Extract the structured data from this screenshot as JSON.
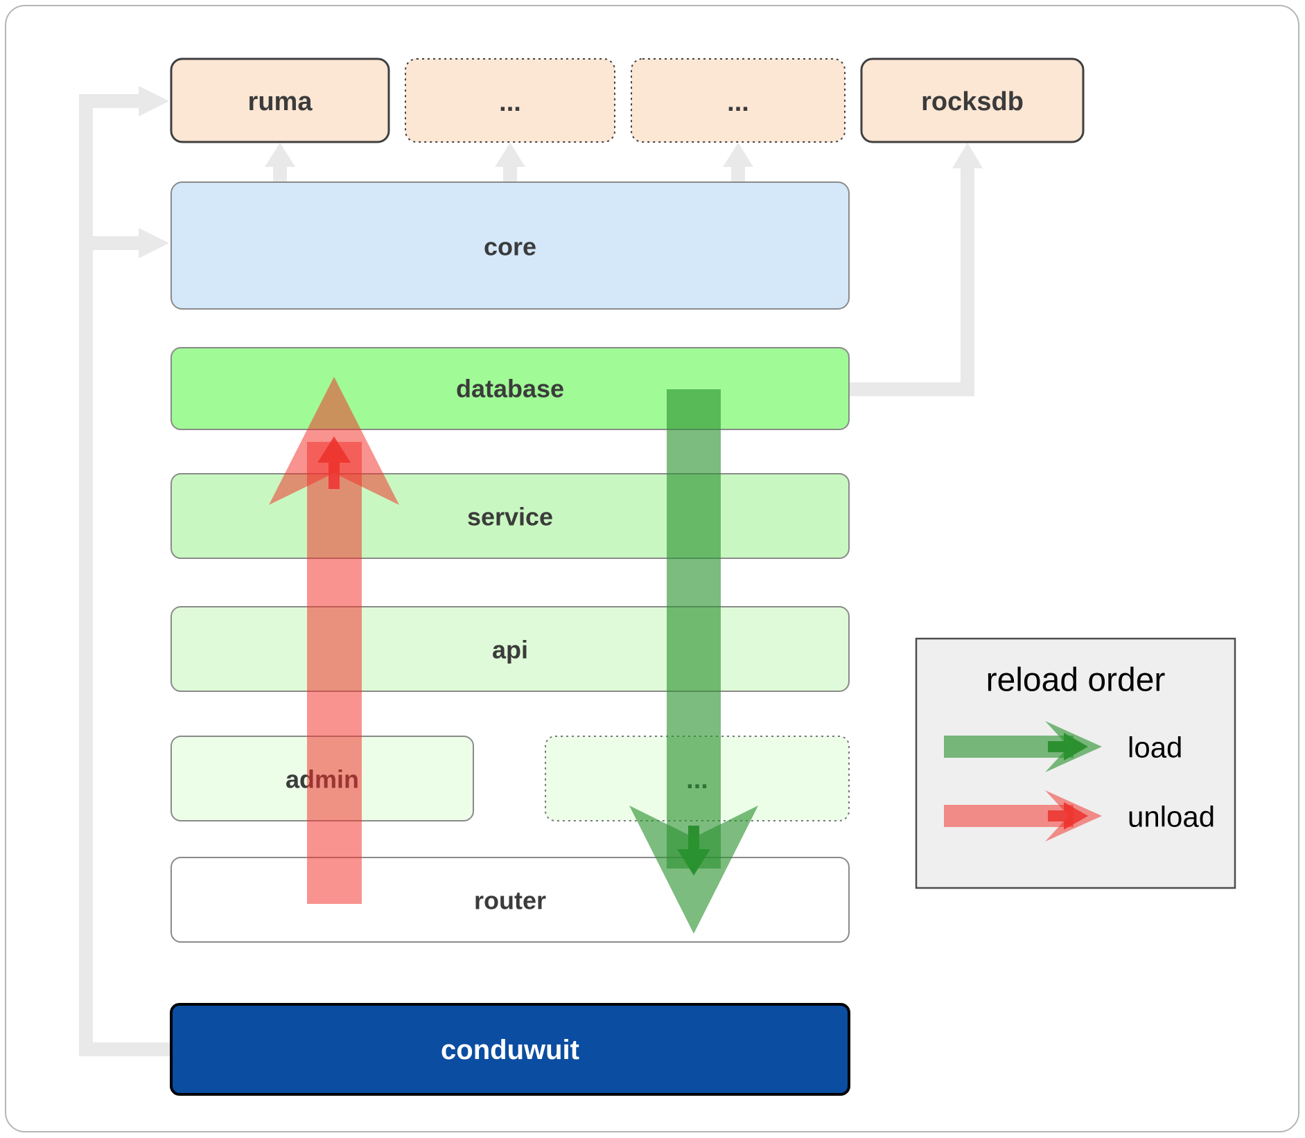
{
  "nodes": {
    "ruma": "ruma",
    "ellipsis_top_1": "...",
    "ellipsis_top_2": "...",
    "rocksdb": "rocksdb",
    "core": "core",
    "database": "database",
    "service": "service",
    "api": "api",
    "admin": "admin",
    "ellipsis_bottom": "...",
    "router": "router",
    "conduwuit": "conduwuit"
  },
  "legend": {
    "title": "reload order",
    "load_label": "load",
    "unload_label": "unload"
  },
  "colors": {
    "peach_box": "#fce6d4",
    "core_blue": "#d5e8fa",
    "database_green": "#a0fa96",
    "service_green": "#c9f7c1",
    "api_green": "#dffad8",
    "admin_green": "#ecfde8",
    "router_white": "#ffffff",
    "conduwuit_blue": "#0b4da1",
    "load_arrow_green": "#2b9330",
    "unload_arrow_red": "#f23028",
    "connector_gray": "#e9e9e9",
    "legend_bg": "#efefef"
  }
}
